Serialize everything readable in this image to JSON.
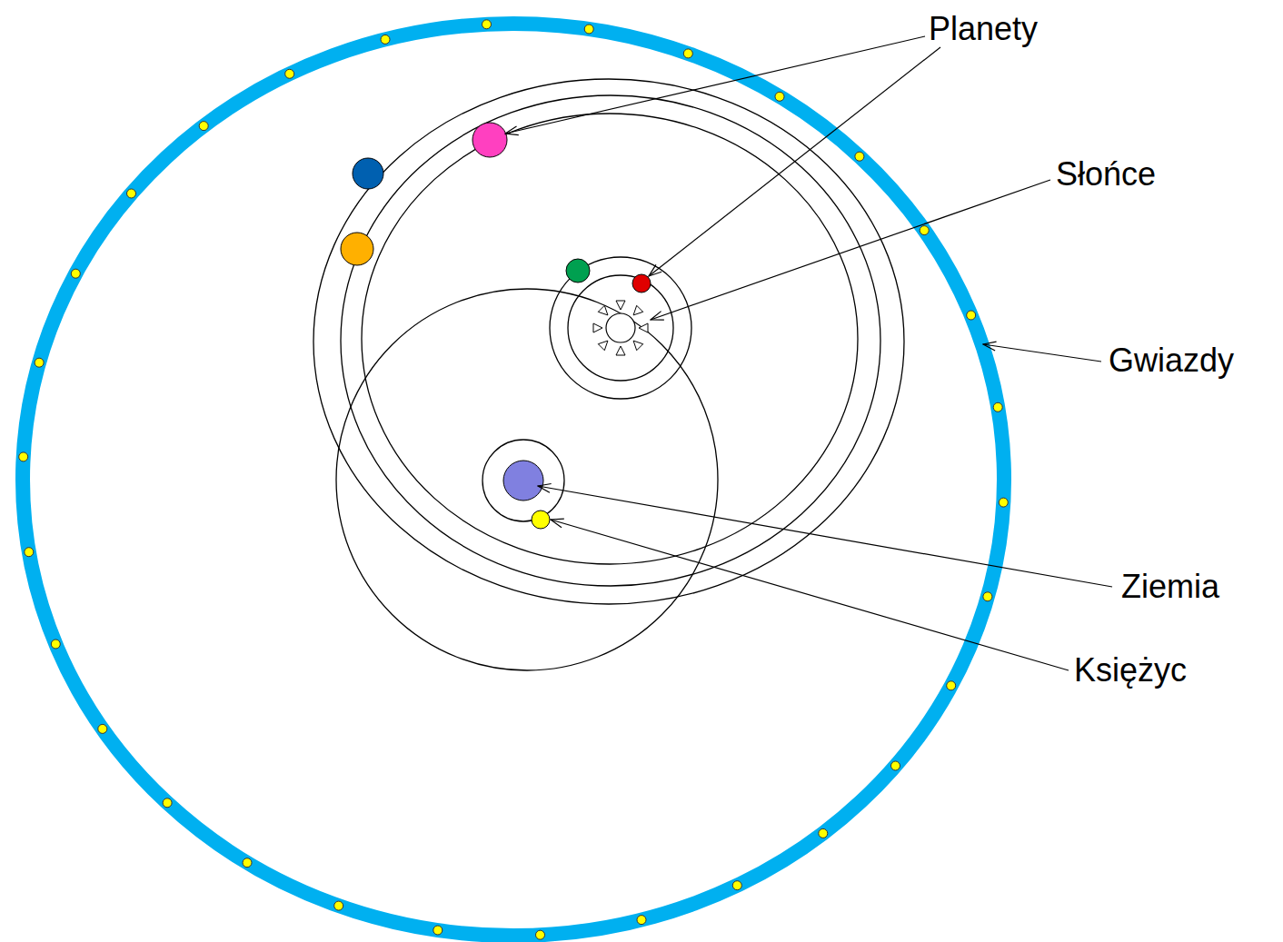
{
  "diagram": {
    "labels": [
      "Planety",
      "Słońce",
      "Gwiazdy",
      "Ziemia",
      "Księżyc"
    ]
  }
}
